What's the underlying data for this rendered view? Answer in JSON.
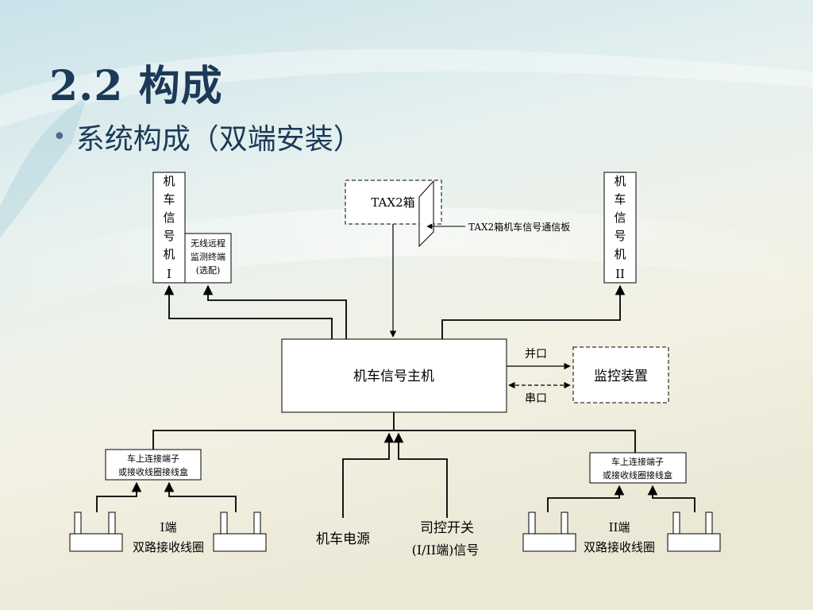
{
  "slide": {
    "title": "2.2 构成",
    "bullet": "系统构成（双端安装）"
  },
  "diagram": {
    "signal_unit_1_chars": [
      "机",
      "车",
      "信",
      "号",
      "机",
      "I"
    ],
    "signal_unit_2_chars": [
      "机",
      "车",
      "信",
      "号",
      "机",
      "II"
    ],
    "wireless_terminal": [
      "无线远程",
      "监测终端",
      "(选配)"
    ],
    "tax2_box": "TAX2箱",
    "tax2_board_label": "TAX2箱机车信号通信板",
    "main_host": "机车信号主机",
    "parallel_port": "并口",
    "serial_port": "串口",
    "monitor_device": "监控装置",
    "junction_box_1": [
      "车上连接端子",
      "或接收线圈接线盒"
    ],
    "junction_box_2": [
      "车上连接端子",
      "或接收线圈接线盒"
    ],
    "coil_1_label": [
      "I端",
      "双路接收线圈"
    ],
    "coil_2_label": [
      "II端",
      "双路接收线圈"
    ],
    "power_label": "机车电源",
    "switch_label": [
      "司控开关",
      "(I/II端)信号"
    ]
  },
  "colors": {
    "title": "#1c3a57",
    "line": "#000000",
    "background_top": "#d4e8ee",
    "background_bottom": "#f1efe2"
  }
}
